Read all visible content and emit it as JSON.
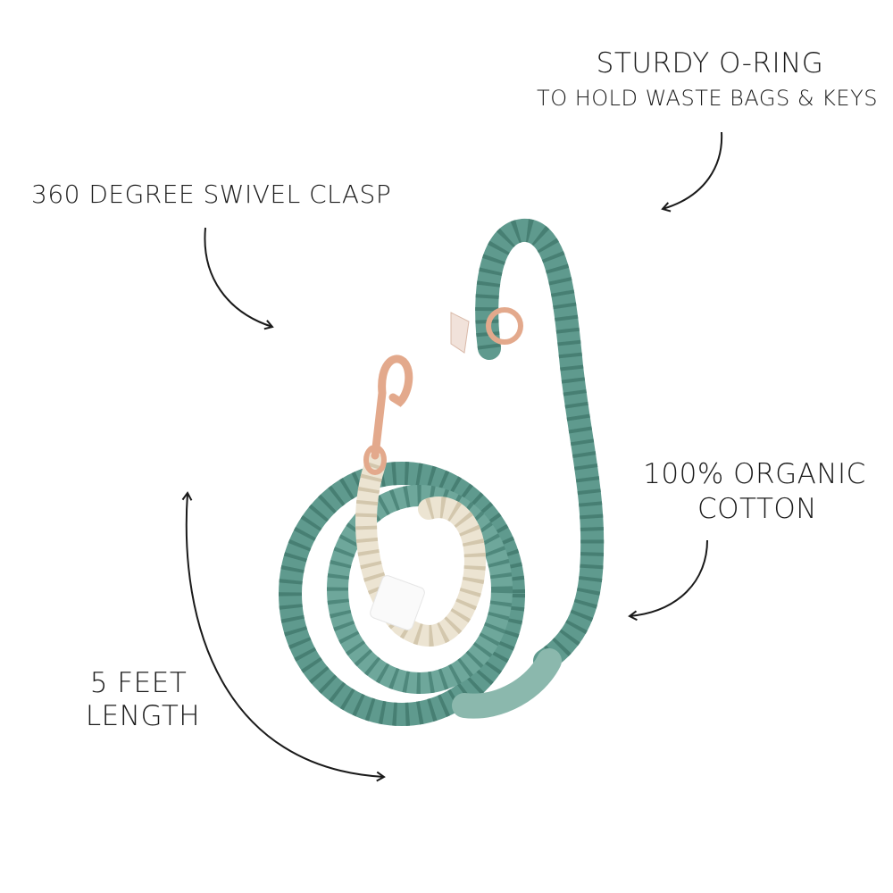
{
  "callouts": {
    "oring_title": "STURDY O-RING",
    "oring_sub": "TO HOLD WASTE BAGS & KEYS",
    "clasp": "360 DEGREE SWIVEL CLASP",
    "cotton_line1": "100% ORGANIC",
    "cotton_line2": "COTTON",
    "length_line1": "5 FEET",
    "length_line2": "LENGTH"
  },
  "colors": {
    "rope_teal": "#5f9a8e",
    "rope_cream": "#ece4d2",
    "hardware_rose_gold": "#e3a98c",
    "text": "#1a1a1a"
  }
}
